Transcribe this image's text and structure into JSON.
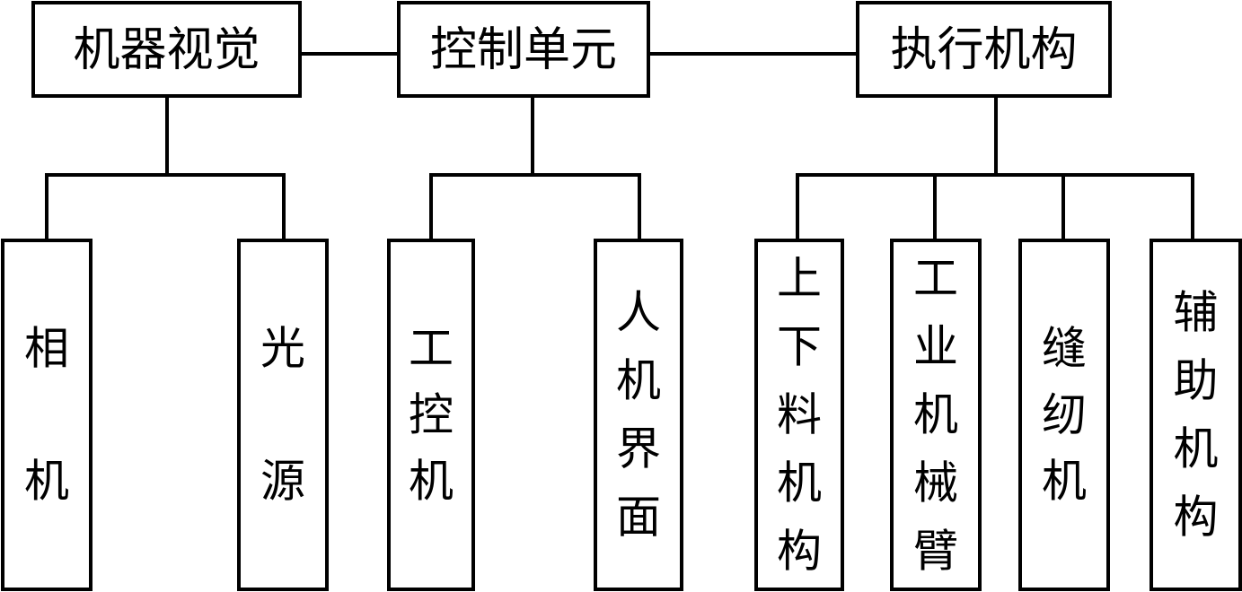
{
  "diagram": {
    "type": "hierarchy",
    "colors": {
      "stroke": "#000000",
      "fill": "#ffffff",
      "text": "#000000"
    },
    "top_level": [
      {
        "id": "machine-vision",
        "label": "机器视觉",
        "children": [
          "相机",
          "光源"
        ]
      },
      {
        "id": "control-unit",
        "label": "控制单元",
        "children": [
          "工控机",
          "人机界面"
        ]
      },
      {
        "id": "actuators",
        "label": "执行机构",
        "children": [
          "上下料机构",
          "工业机械臂",
          "缝纫机",
          "辅助机构"
        ]
      }
    ],
    "connections": [
      [
        "机器视觉",
        "控制单元"
      ],
      [
        "控制单元",
        "执行机构"
      ]
    ]
  }
}
